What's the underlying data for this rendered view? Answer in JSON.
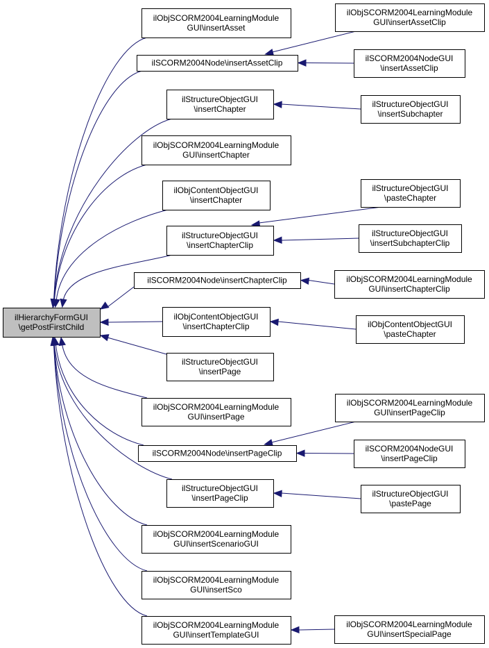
{
  "diagram": {
    "type": "doxygen-caller-graph",
    "colors": {
      "edge": "#191970",
      "root_fill": "#bfbfbf",
      "node_fill": "#ffffff",
      "border": "#000000"
    },
    "root": {
      "id": "root",
      "lines": [
        "ilHierarchyFormGUI",
        "\\getPostFirstChild"
      ]
    },
    "nodes": [
      {
        "id": "n1",
        "lines": [
          "ilObjSCORM2004LearningModule",
          "GUI\\insertAsset"
        ]
      },
      {
        "id": "n2",
        "lines": [
          "ilSCORM2004Node\\insertAssetClip"
        ]
      },
      {
        "id": "n3",
        "lines": [
          "ilStructureObjectGUI",
          "\\insertChapter"
        ]
      },
      {
        "id": "n4",
        "lines": [
          "ilObjSCORM2004LearningModule",
          "GUI\\insertChapter"
        ]
      },
      {
        "id": "n5",
        "lines": [
          "ilObjContentObjectGUI",
          "\\insertChapter"
        ]
      },
      {
        "id": "n6",
        "lines": [
          "ilStructureObjectGUI",
          "\\insertChapterClip"
        ]
      },
      {
        "id": "n7",
        "lines": [
          "ilSCORM2004Node\\insertChapterClip"
        ]
      },
      {
        "id": "n8",
        "lines": [
          "ilObjContentObjectGUI",
          "\\insertChapterClip"
        ]
      },
      {
        "id": "n9",
        "lines": [
          "ilStructureObjectGUI",
          "\\insertPage"
        ]
      },
      {
        "id": "n10",
        "lines": [
          "ilObjSCORM2004LearningModule",
          "GUI\\insertPage"
        ]
      },
      {
        "id": "n11",
        "lines": [
          "ilSCORM2004Node\\insertPageClip"
        ]
      },
      {
        "id": "n12",
        "lines": [
          "ilStructureObjectGUI",
          "\\insertPageClip"
        ]
      },
      {
        "id": "n13",
        "lines": [
          "ilObjSCORM2004LearningModule",
          "GUI\\insertScenarioGUI"
        ]
      },
      {
        "id": "n14",
        "lines": [
          "ilObjSCORM2004LearningModule",
          "GUI\\insertSco"
        ]
      },
      {
        "id": "n15",
        "lines": [
          "ilObjSCORM2004LearningModule",
          "GUI\\insertTemplateGUI"
        ]
      },
      {
        "id": "m1",
        "lines": [
          "ilObjSCORM2004LearningModule",
          "GUI\\insertAssetClip"
        ]
      },
      {
        "id": "m2",
        "lines": [
          "ilSCORM2004NodeGUI",
          "\\insertAssetClip"
        ]
      },
      {
        "id": "m3",
        "lines": [
          "ilStructureObjectGUI",
          "\\insertSubchapter"
        ]
      },
      {
        "id": "m4",
        "lines": [
          "ilStructureObjectGUI",
          "\\pasteChapter"
        ]
      },
      {
        "id": "m5",
        "lines": [
          "ilStructureObjectGUI",
          "\\insertSubchapterClip"
        ]
      },
      {
        "id": "m6",
        "lines": [
          "ilObjSCORM2004LearningModule",
          "GUI\\insertChapterClip"
        ]
      },
      {
        "id": "m7",
        "lines": [
          "ilObjContentObjectGUI",
          "\\pasteChapter"
        ]
      },
      {
        "id": "m8",
        "lines": [
          "ilObjSCORM2004LearningModule",
          "GUI\\insertPageClip"
        ]
      },
      {
        "id": "m9",
        "lines": [
          "ilSCORM2004NodeGUI",
          "\\insertPageClip"
        ]
      },
      {
        "id": "m10",
        "lines": [
          "ilStructureObjectGUI",
          "\\pastePage"
        ]
      },
      {
        "id": "m11",
        "lines": [
          "ilObjSCORM2004LearningModule",
          "GUI\\insertSpecialPage"
        ]
      }
    ],
    "edges": [
      {
        "from": "n1",
        "to": "root"
      },
      {
        "from": "n2",
        "to": "root"
      },
      {
        "from": "n3",
        "to": "root"
      },
      {
        "from": "n4",
        "to": "root"
      },
      {
        "from": "n5",
        "to": "root"
      },
      {
        "from": "n6",
        "to": "root"
      },
      {
        "from": "n7",
        "to": "root"
      },
      {
        "from": "n8",
        "to": "root"
      },
      {
        "from": "n9",
        "to": "root"
      },
      {
        "from": "n10",
        "to": "root"
      },
      {
        "from": "n11",
        "to": "root"
      },
      {
        "from": "n12",
        "to": "root"
      },
      {
        "from": "n13",
        "to": "root"
      },
      {
        "from": "n14",
        "to": "root"
      },
      {
        "from": "n15",
        "to": "root"
      },
      {
        "from": "m1",
        "to": "n2"
      },
      {
        "from": "m2",
        "to": "n2"
      },
      {
        "from": "m3",
        "to": "n3"
      },
      {
        "from": "m4",
        "to": "n6"
      },
      {
        "from": "m5",
        "to": "n6"
      },
      {
        "from": "m6",
        "to": "n7"
      },
      {
        "from": "m7",
        "to": "n8"
      },
      {
        "from": "m8",
        "to": "n11"
      },
      {
        "from": "m9",
        "to": "n11"
      },
      {
        "from": "m10",
        "to": "n12"
      },
      {
        "from": "m11",
        "to": "n15"
      }
    ]
  }
}
